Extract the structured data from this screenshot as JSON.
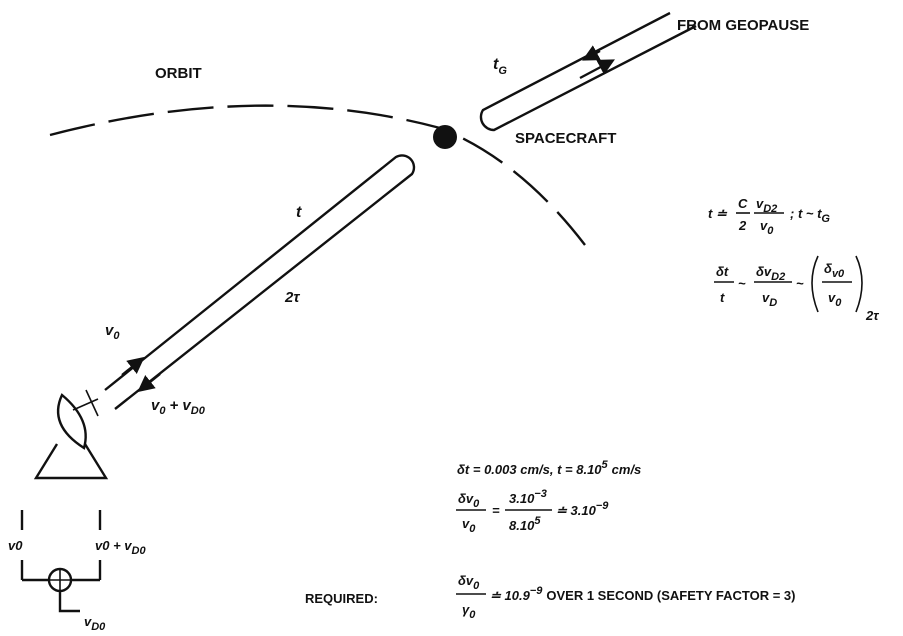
{
  "labels": {
    "orbit": "ORBIT",
    "from_geopause": "FROM GEOPAUSE",
    "spacecraft": "SPACECRAFT",
    "t_g": "t",
    "t_g_sub": "G",
    "t_mid": "t",
    "two_tau": "2τ",
    "v0_up": "v",
    "v0_up_sub": "0",
    "v0_return": "v",
    "v0_return_sub": "0",
    "v0_return_plus": "+ v",
    "v0_return_sub2": "D0",
    "left_v0": "v0",
    "right_v0": "v0 + v",
    "right_v0_sub": "D0",
    "bottom_vd0": "v",
    "bottom_vd0_sub": "D0"
  },
  "equations": {
    "eq1_lhs": "t ≐",
    "eq1_c": "C",
    "eq1_2": "2",
    "eq1_num": "v",
    "eq1_num_sub": "D2",
    "eq1_den": "v",
    "eq1_den_sub": "0",
    "eq1_tail": "; t ~ t",
    "eq1_tail_sub": "G",
    "eq2_num1": "δt",
    "eq2_den1": "t",
    "eq2_sim1": "~",
    "eq2_num2": "δv",
    "eq2_num2_sub": "D2",
    "eq2_den2": "v",
    "eq2_den2_sub": "D",
    "eq2_sim2": "~",
    "eq2_num3": "δ",
    "eq2_num3_sub": "v0",
    "eq2_den3": "v",
    "eq2_den3_sub": "0",
    "eq2_outer_sub": "2τ",
    "eq3": "δt = 0.003 cm/s, t = 8.10",
    "eq3_exp": "5",
    "eq3_tail": "cm/s",
    "eq4_num": "δv",
    "eq4_num_sub": "0",
    "eq4_den": "v",
    "eq4_den_sub": "0",
    "eq4_eq": "=",
    "eq4_fnum": "3.10",
    "eq4_fnum_exp": "−3",
    "eq4_fden": "8.10",
    "eq4_fden_exp": "5",
    "eq4_tail": "≐ 3.10",
    "eq4_tail_exp": "−9",
    "eq5_req": "REQUIRED:",
    "eq5_num": "δv",
    "eq5_num_sub": "0",
    "eq5_den": "γ",
    "eq5_den_sub": "0",
    "eq5_tail": "≐ 10.9",
    "eq5_tail_exp": "−9",
    "eq5_rest": "OVER 1 SECOND (SAFETY FACTOR = 3)"
  }
}
